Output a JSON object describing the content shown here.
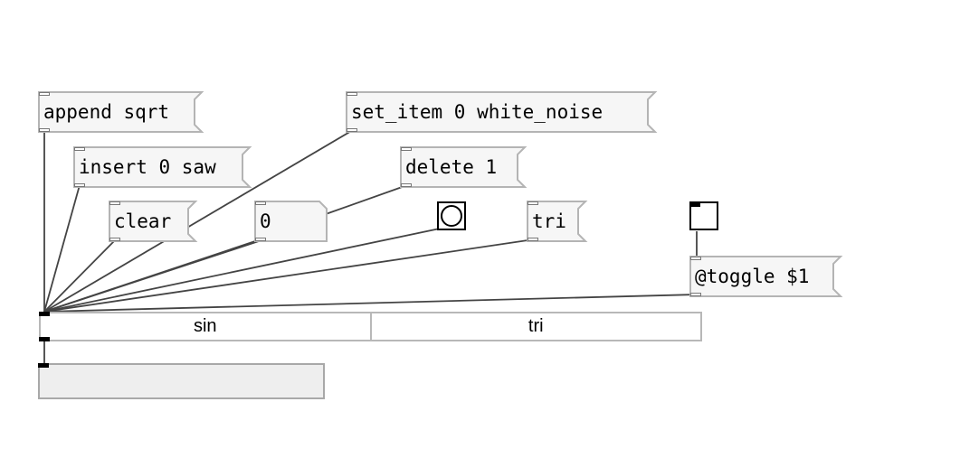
{
  "messages": {
    "append": "append sqrt",
    "set_item": "set_item 0 white_noise",
    "insert": "insert 0 saw",
    "delete": "delete 1",
    "clear": "clear",
    "number": "0",
    "tri": "tri",
    "toggle_msg": "@toggle $1"
  },
  "radio": {
    "items": [
      "sin",
      "tri"
    ]
  },
  "colors": {
    "wire": "#444444",
    "box_border": "#b4b4b4",
    "box_fill": "#f6f6f6",
    "output_fill": "#eeeeee"
  }
}
